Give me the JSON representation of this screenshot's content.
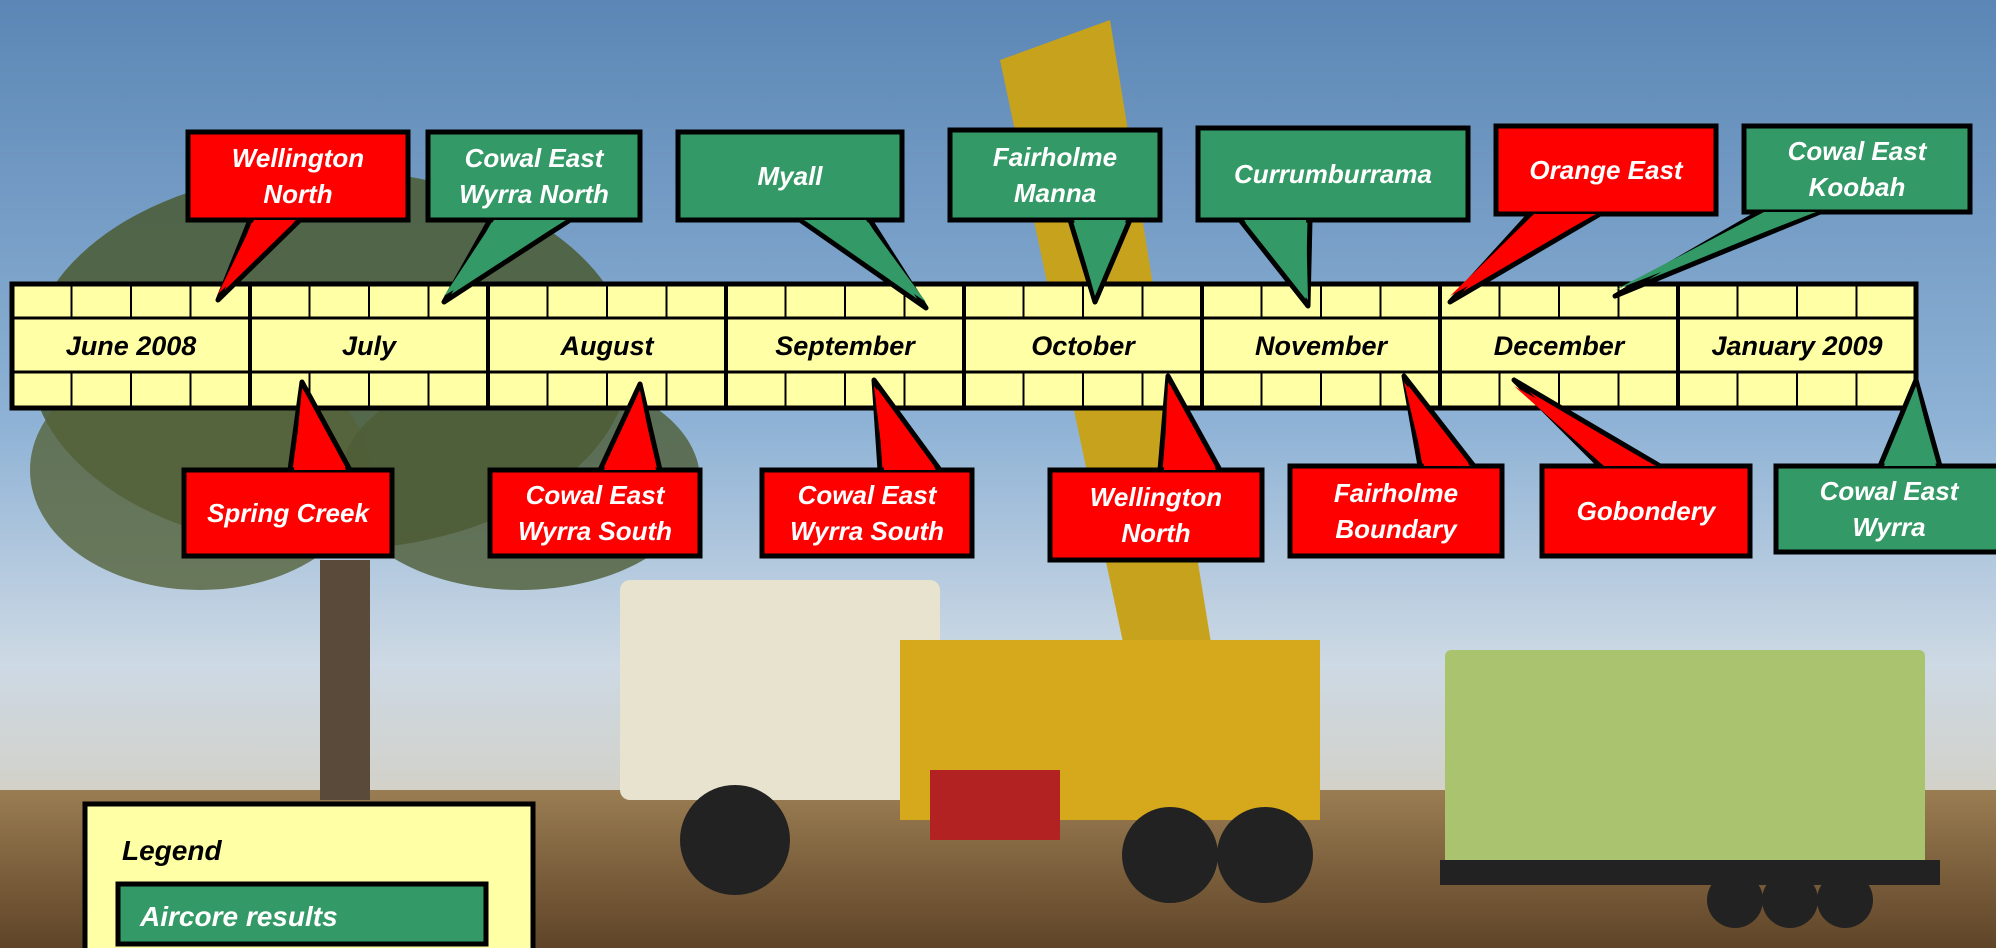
{
  "colors": {
    "bar_fill": "#ffffa6",
    "red_callout": "#ff0000",
    "green_callout": "#339966",
    "outline": "#000000"
  },
  "timeline": {
    "months": [
      "June 2008",
      "July",
      "August",
      "September",
      "October",
      "November",
      "December",
      "January 2009"
    ]
  },
  "callouts": [
    {
      "lines": [
        "Wellington",
        "North"
      ],
      "color": "red"
    },
    {
      "lines": [
        "Cowal East",
        "Wyrra North"
      ],
      "color": "green"
    },
    {
      "lines": [
        "Myall"
      ],
      "color": "green"
    },
    {
      "lines": [
        "Fairholme",
        "Manna"
      ],
      "color": "green"
    },
    {
      "lines": [
        "Currumburrama"
      ],
      "color": "green"
    },
    {
      "lines": [
        "Orange East"
      ],
      "color": "red"
    },
    {
      "lines": [
        "Cowal East",
        "Koobah"
      ],
      "color": "green"
    },
    {
      "lines": [
        "Spring Creek"
      ],
      "color": "red"
    },
    {
      "lines": [
        "Cowal East",
        "Wyrra South"
      ],
      "color": "red"
    },
    {
      "lines": [
        "Cowal East",
        "Wyrra South"
      ],
      "color": "red"
    },
    {
      "lines": [
        "Wellington",
        "North"
      ],
      "color": "red"
    },
    {
      "lines": [
        "Fairholme",
        "Boundary"
      ],
      "color": "red"
    },
    {
      "lines": [
        "Gobondery"
      ],
      "color": "red"
    },
    {
      "lines": [
        "Cowal East",
        "Wyrra"
      ],
      "color": "green"
    }
  ],
  "legend": {
    "title": "Legend",
    "items": [
      {
        "label": "Aircore results",
        "color": "green"
      }
    ]
  }
}
